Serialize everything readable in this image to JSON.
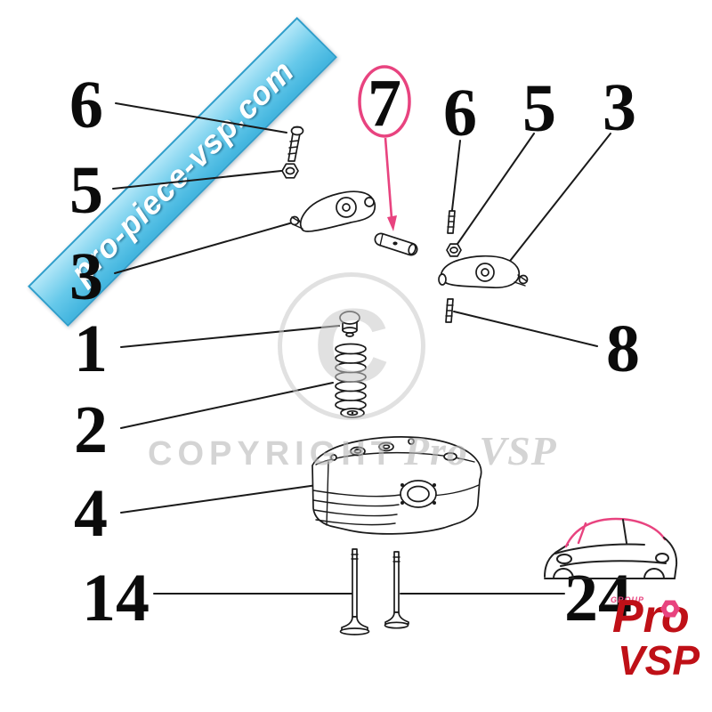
{
  "ribbon": {
    "text": "pro-piece-vsp.com"
  },
  "watermark": {
    "copyright_label": "COPYRIGHT",
    "brand": "Pro VSP",
    "center_letter": "C"
  },
  "callouts": {
    "left_6": "6",
    "left_5": "5",
    "left_3": "3",
    "top_7": "7",
    "right_6": "6",
    "right_5": "5",
    "right_3": "3",
    "mid_1": "1",
    "mid_2": "2",
    "mid_8": "8",
    "mid_4": "4",
    "bottom_14": "14",
    "bottom_24": "24"
  },
  "logo": {
    "name_top": "Pro",
    "name_bottom": "VSP",
    "group_label": "GROUP"
  },
  "colors": {
    "highlight_pink": "#e8437f",
    "ribbon_blue": "#55c2e9",
    "watermark_gray": "#c9c9c9",
    "logo_red": "#bf1017",
    "line_black": "#1a1a1a"
  }
}
